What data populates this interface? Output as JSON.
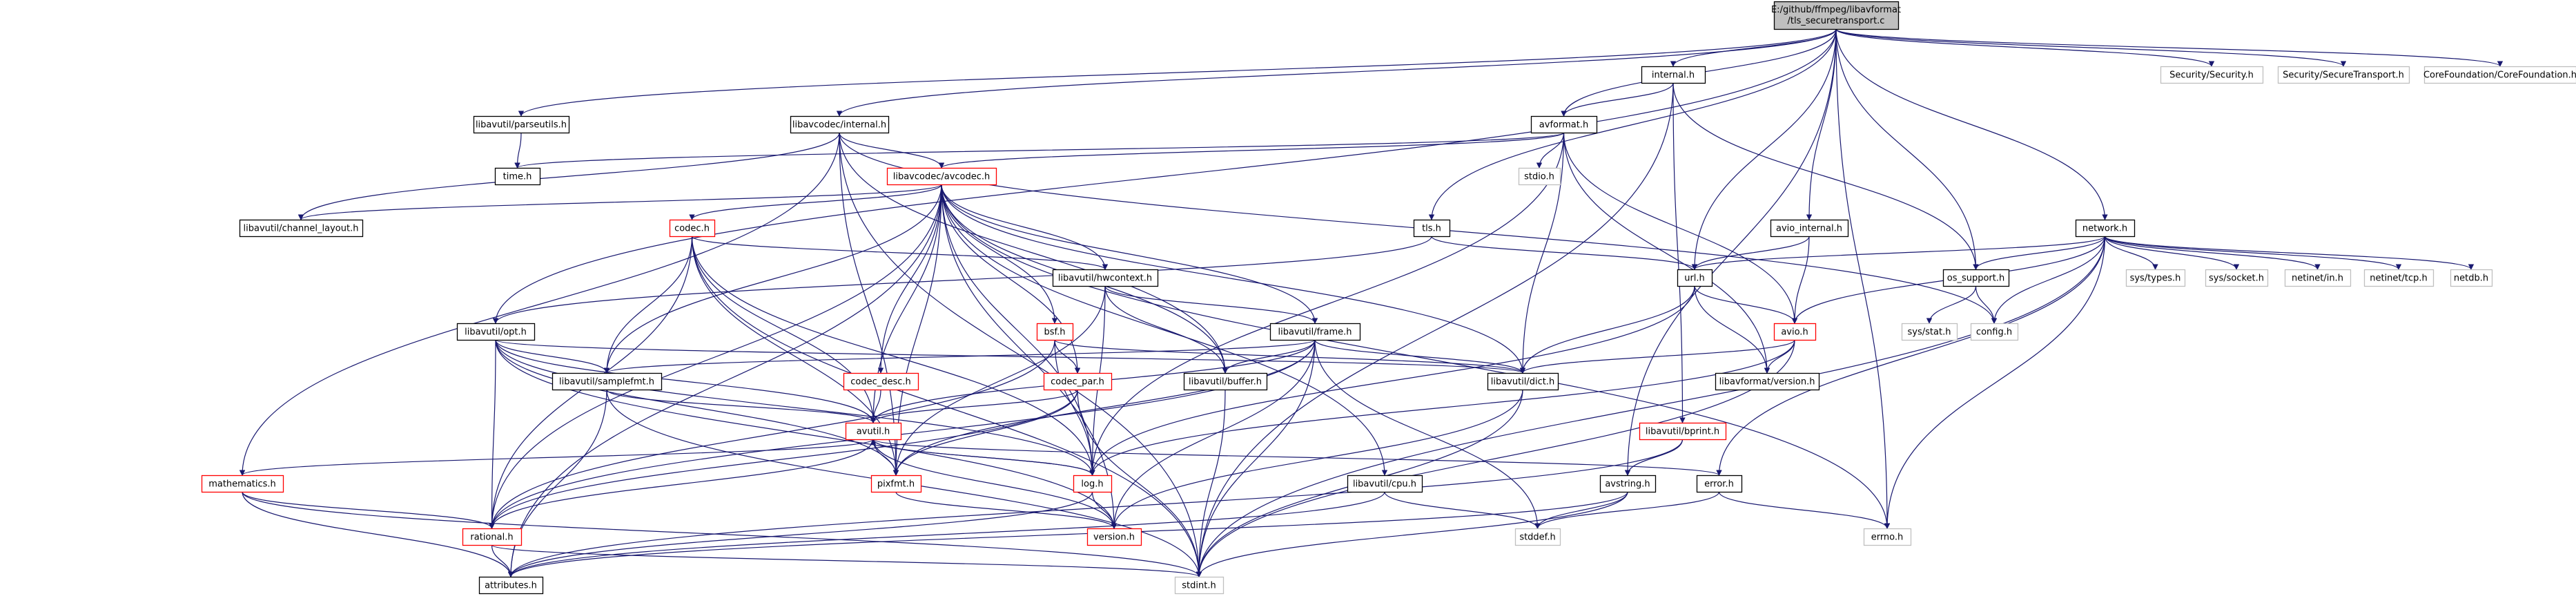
{
  "title": "E:/github/ffmpeg/libavformat/tls_securetransport.c",
  "colors": {
    "root_fill": "#bfbfbf",
    "node_fill": "#ffffff",
    "border_black": "#000000",
    "border_red": "#ff0000",
    "border_gray": "#bfbfbf",
    "edge": "#191970",
    "text": "#000000"
  },
  "nodes": [
    {
      "id": "root",
      "label": "E:/github/ffmpeg/libavformat/tls_securetransport.c",
      "style": "root"
    },
    {
      "id": "internal",
      "label": "internal.h",
      "style": "black"
    },
    {
      "id": "parseutils",
      "label": "libavutil/parseutils.h",
      "style": "black"
    },
    {
      "id": "lavc_internal",
      "label": "libavcodec/internal.h",
      "style": "black"
    },
    {
      "id": "avformat",
      "label": "avformat.h",
      "style": "black"
    },
    {
      "id": "security",
      "label": "Security/Security.h",
      "style": "gray"
    },
    {
      "id": "securetransport",
      "label": "Security/SecureTransport.h",
      "style": "gray"
    },
    {
      "id": "corefoundation",
      "label": "CoreFoundation/CoreFoundation.h",
      "style": "gray"
    },
    {
      "id": "time",
      "label": "time.h",
      "style": "black"
    },
    {
      "id": "avcodec",
      "label": "libavcodec/avcodec.h",
      "style": "red"
    },
    {
      "id": "stdio",
      "label": "stdio.h",
      "style": "gray"
    },
    {
      "id": "channel_layout",
      "label": "libavutil/channel_layout.h",
      "style": "black"
    },
    {
      "id": "codec",
      "label": "codec.h",
      "style": "red"
    },
    {
      "id": "tls",
      "label": "tls.h",
      "style": "black"
    },
    {
      "id": "avio_internal",
      "label": "avio_internal.h",
      "style": "black"
    },
    {
      "id": "network",
      "label": "network.h",
      "style": "black"
    },
    {
      "id": "hwcontext",
      "label": "libavutil/hwcontext.h",
      "style": "black"
    },
    {
      "id": "url",
      "label": "url.h",
      "style": "black"
    },
    {
      "id": "os_support",
      "label": "os_support.h",
      "style": "black"
    },
    {
      "id": "systypes",
      "label": "sys/types.h",
      "style": "gray"
    },
    {
      "id": "syssocket",
      "label": "sys/socket.h",
      "style": "gray"
    },
    {
      "id": "netinet_in",
      "label": "netinet/in.h",
      "style": "gray"
    },
    {
      "id": "netinet_tcp",
      "label": "netinet/tcp.h",
      "style": "gray"
    },
    {
      "id": "netdb",
      "label": "netdb.h",
      "style": "gray"
    },
    {
      "id": "opt",
      "label": "libavutil/opt.h",
      "style": "black"
    },
    {
      "id": "bsf",
      "label": "bsf.h",
      "style": "red"
    },
    {
      "id": "frame",
      "label": "libavutil/frame.h",
      "style": "black"
    },
    {
      "id": "sysstat",
      "label": "sys/stat.h",
      "style": "gray"
    },
    {
      "id": "config",
      "label": "config.h",
      "style": "gray"
    },
    {
      "id": "avio",
      "label": "avio.h",
      "style": "red"
    },
    {
      "id": "samplefmt",
      "label": "libavutil/samplefmt.h",
      "style": "black"
    },
    {
      "id": "codec_desc",
      "label": "codec_desc.h",
      "style": "red"
    },
    {
      "id": "codec_par",
      "label": "codec_par.h",
      "style": "red"
    },
    {
      "id": "buffer",
      "label": "libavutil/buffer.h",
      "style": "black"
    },
    {
      "id": "dict",
      "label": "libavutil/dict.h",
      "style": "black"
    },
    {
      "id": "lavf_version",
      "label": "libavformat/version.h",
      "style": "black"
    },
    {
      "id": "avutil",
      "label": "avutil.h",
      "style": "red"
    },
    {
      "id": "bprint",
      "label": "libavutil/bprint.h",
      "style": "red"
    },
    {
      "id": "mathematics",
      "label": "mathematics.h",
      "style": "red"
    },
    {
      "id": "pixfmt",
      "label": "pixfmt.h",
      "style": "red"
    },
    {
      "id": "log",
      "label": "log.h",
      "style": "red"
    },
    {
      "id": "cpu",
      "label": "libavutil/cpu.h",
      "style": "black"
    },
    {
      "id": "avstring",
      "label": "avstring.h",
      "style": "black"
    },
    {
      "id": "error",
      "label": "error.h",
      "style": "black"
    },
    {
      "id": "rational",
      "label": "rational.h",
      "style": "red"
    },
    {
      "id": "version",
      "label": "version.h",
      "style": "red"
    },
    {
      "id": "stddef",
      "label": "stddef.h",
      "style": "gray"
    },
    {
      "id": "errno",
      "label": "errno.h",
      "style": "gray"
    },
    {
      "id": "attributes",
      "label": "attributes.h",
      "style": "black"
    },
    {
      "id": "stdint",
      "label": "stdint.h",
      "style": "gray"
    }
  ],
  "edges": [
    [
      "root",
      "internal"
    ],
    [
      "root",
      "parseutils"
    ],
    [
      "root",
      "lavc_internal"
    ],
    [
      "root",
      "avformat"
    ],
    [
      "root",
      "security"
    ],
    [
      "root",
      "securetransport"
    ],
    [
      "root",
      "corefoundation"
    ],
    [
      "root",
      "tls"
    ],
    [
      "root",
      "avio_internal"
    ],
    [
      "root",
      "network"
    ],
    [
      "root",
      "url"
    ],
    [
      "root",
      "os_support"
    ],
    [
      "root",
      "opt"
    ],
    [
      "root",
      "avstring"
    ],
    [
      "root",
      "errno"
    ],
    [
      "internal",
      "avformat"
    ],
    [
      "internal",
      "os_support"
    ],
    [
      "internal",
      "bprint"
    ],
    [
      "internal",
      "stdint"
    ],
    [
      "parseutils",
      "time"
    ],
    [
      "lavc_internal",
      "avcodec"
    ],
    [
      "lavc_internal",
      "buffer"
    ],
    [
      "lavc_internal",
      "channel_layout"
    ],
    [
      "lavc_internal",
      "mathematics"
    ],
    [
      "lavc_internal",
      "pixfmt"
    ],
    [
      "lavc_internal",
      "config"
    ],
    [
      "lavc_internal",
      "stdint"
    ],
    [
      "avformat",
      "avcodec"
    ],
    [
      "avformat",
      "time"
    ],
    [
      "avformat",
      "stdio"
    ],
    [
      "avformat",
      "avio"
    ],
    [
      "avformat",
      "dict"
    ],
    [
      "avformat",
      "log"
    ],
    [
      "avformat",
      "lavf_version"
    ],
    [
      "avcodec",
      "channel_layout"
    ],
    [
      "avcodec",
      "codec"
    ],
    [
      "avcodec",
      "hwcontext"
    ],
    [
      "avcodec",
      "bsf"
    ],
    [
      "avcodec",
      "frame"
    ],
    [
      "avcodec",
      "samplefmt"
    ],
    [
      "avcodec",
      "codec_desc"
    ],
    [
      "avcodec",
      "codec_par"
    ],
    [
      "avcodec",
      "buffer"
    ],
    [
      "avcodec",
      "dict"
    ],
    [
      "avcodec",
      "avutil"
    ],
    [
      "avcodec",
      "pixfmt"
    ],
    [
      "avcodec",
      "rational"
    ],
    [
      "avcodec",
      "version"
    ],
    [
      "avcodec",
      "cpu"
    ],
    [
      "avcodec",
      "log"
    ],
    [
      "avcodec",
      "errno"
    ],
    [
      "avcodec",
      "attributes"
    ],
    [
      "codec",
      "hwcontext"
    ],
    [
      "codec",
      "samplefmt"
    ],
    [
      "codec",
      "avutil"
    ],
    [
      "codec",
      "log"
    ],
    [
      "codec",
      "pixfmt"
    ],
    [
      "codec",
      "rational"
    ],
    [
      "codec",
      "stdint"
    ],
    [
      "hwcontext",
      "buffer"
    ],
    [
      "hwcontext",
      "frame"
    ],
    [
      "hwcontext",
      "log"
    ],
    [
      "hwcontext",
      "pixfmt"
    ],
    [
      "tls",
      "url"
    ],
    [
      "tls",
      "opt"
    ],
    [
      "avio_internal",
      "url"
    ],
    [
      "avio_internal",
      "avio"
    ],
    [
      "network",
      "os_support"
    ],
    [
      "network",
      "config"
    ],
    [
      "network",
      "url"
    ],
    [
      "network",
      "avio"
    ],
    [
      "network",
      "error"
    ],
    [
      "network",
      "systypes"
    ],
    [
      "network",
      "syssocket"
    ],
    [
      "network",
      "netinet_in"
    ],
    [
      "network",
      "netinet_tcp"
    ],
    [
      "network",
      "netdb"
    ],
    [
      "network",
      "errno"
    ],
    [
      "network",
      "stdint"
    ],
    [
      "url",
      "avio"
    ],
    [
      "url",
      "lavf_version"
    ],
    [
      "url",
      "dict"
    ],
    [
      "url",
      "log"
    ],
    [
      "os_support",
      "sysstat"
    ],
    [
      "os_support",
      "config"
    ],
    [
      "opt",
      "samplefmt"
    ],
    [
      "opt",
      "avutil"
    ],
    [
      "opt",
      "dict"
    ],
    [
      "opt",
      "log"
    ],
    [
      "opt",
      "pixfmt"
    ],
    [
      "opt",
      "rational"
    ],
    [
      "opt",
      "version"
    ],
    [
      "bsf",
      "codec_par"
    ],
    [
      "bsf",
      "dict"
    ],
    [
      "bsf",
      "log"
    ],
    [
      "bsf",
      "rational"
    ],
    [
      "frame",
      "buffer"
    ],
    [
      "frame",
      "dict"
    ],
    [
      "frame",
      "samplefmt"
    ],
    [
      "frame",
      "avutil"
    ],
    [
      "frame",
      "pixfmt"
    ],
    [
      "frame",
      "rational"
    ],
    [
      "frame",
      "version"
    ],
    [
      "frame",
      "stddef"
    ],
    [
      "frame",
      "stdint"
    ],
    [
      "avio",
      "dict"
    ],
    [
      "avio",
      "lavf_version"
    ],
    [
      "avio",
      "log"
    ],
    [
      "avio",
      "stdint"
    ],
    [
      "samplefmt",
      "avutil"
    ],
    [
      "samplefmt",
      "attributes"
    ],
    [
      "samplefmt",
      "stdint"
    ],
    [
      "codec_desc",
      "avutil"
    ],
    [
      "codec_par",
      "avutil"
    ],
    [
      "codec_par",
      "pixfmt"
    ],
    [
      "codec_par",
      "rational"
    ],
    [
      "codec_par",
      "stdint"
    ],
    [
      "buffer",
      "stdint"
    ],
    [
      "dict",
      "version"
    ],
    [
      "dict",
      "stdint"
    ],
    [
      "avutil",
      "mathematics"
    ],
    [
      "avutil",
      "pixfmt"
    ],
    [
      "avutil",
      "log"
    ],
    [
      "avutil",
      "rational"
    ],
    [
      "avutil",
      "version"
    ],
    [
      "avutil",
      "error"
    ],
    [
      "bprint",
      "avstring"
    ],
    [
      "bprint",
      "attributes"
    ],
    [
      "mathematics",
      "rational"
    ],
    [
      "mathematics",
      "attributes"
    ],
    [
      "mathematics",
      "stdint"
    ],
    [
      "log",
      "avutil"
    ],
    [
      "log",
      "version"
    ],
    [
      "log",
      "attributes"
    ],
    [
      "pixfmt",
      "version"
    ],
    [
      "cpu",
      "stddef"
    ],
    [
      "cpu",
      "attributes"
    ],
    [
      "avstring",
      "stddef"
    ],
    [
      "avstring",
      "stdint"
    ],
    [
      "avstring",
      "attributes"
    ],
    [
      "error",
      "errno"
    ],
    [
      "error",
      "stddef"
    ],
    [
      "rational",
      "attributes"
    ],
    [
      "rational",
      "stdint"
    ]
  ]
}
